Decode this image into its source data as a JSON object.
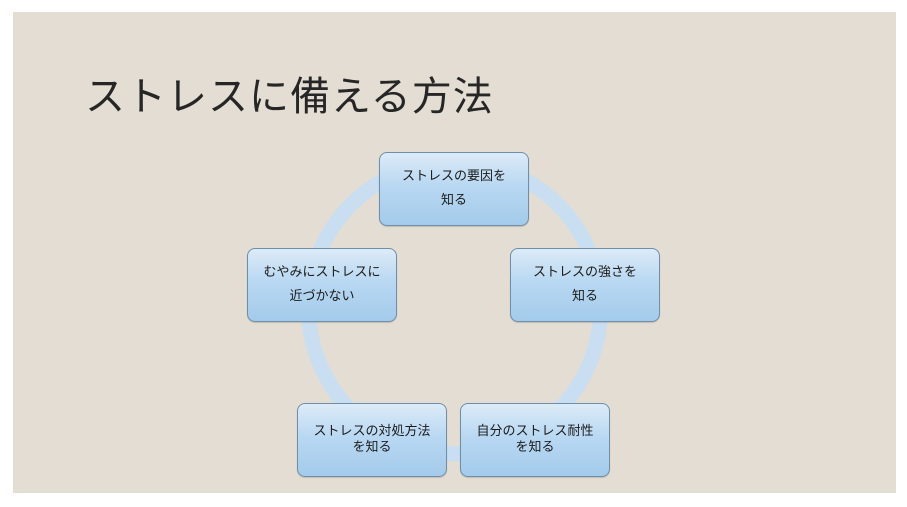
{
  "slide": {
    "title": "ストレスに備える方法"
  },
  "cycle": {
    "nodes": [
      {
        "lines": [
          "ストレスの要因を",
          "知る"
        ]
      },
      {
        "lines": [
          "ストレスの強さを",
          "知る"
        ]
      },
      {
        "lines": [
          "自分のストレス耐性",
          "を知る"
        ]
      },
      {
        "lines": [
          "ストレスの対処方法",
          "を知る"
        ]
      },
      {
        "lines": [
          "むやみにストレスに",
          "近づかない"
        ]
      }
    ],
    "arrow_color": "#c9def1"
  }
}
